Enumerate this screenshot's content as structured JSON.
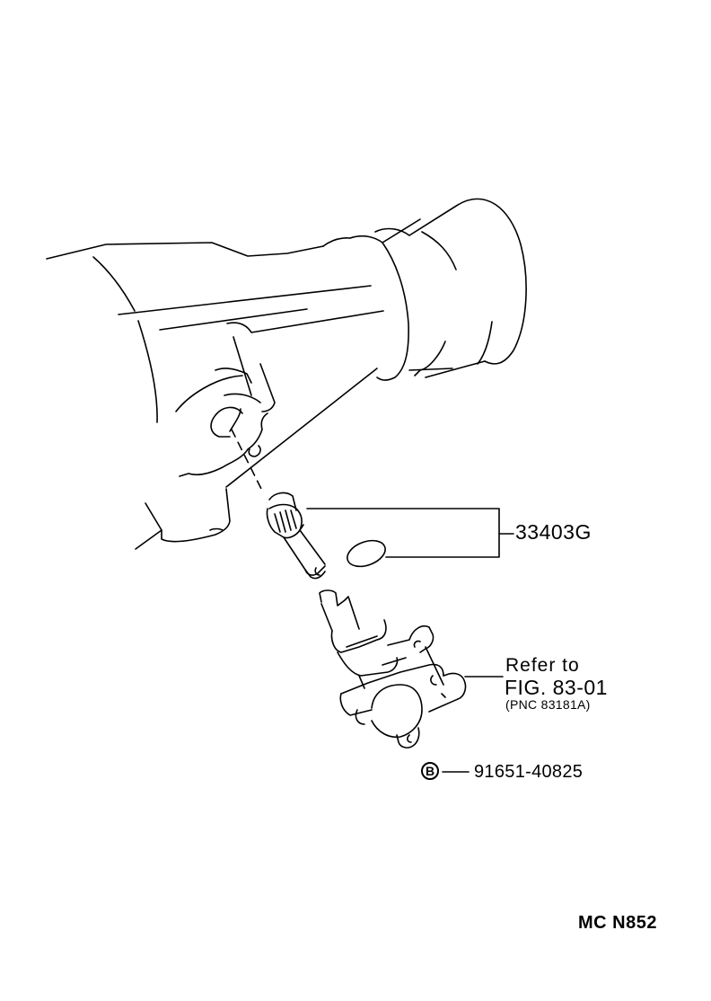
{
  "diagram": {
    "type": "exploded-parts-diagram",
    "subject": "transmission speedometer driven gear assembly",
    "labels": {
      "part_33403G": "33403G",
      "refer_line1": "Refer to",
      "refer_line2": "FIG. 83-01",
      "refer_line3": "(PNC 83181A)",
      "bolt_badge": "B",
      "part_91651": "91651-40825",
      "figure_code": "MC N852"
    },
    "components": [
      {
        "name": "transmission-extension-housing"
      },
      {
        "name": "speedometer-driven-gear",
        "part": "33403G"
      },
      {
        "name": "o-ring",
        "part": "33403G"
      },
      {
        "name": "speedometer-sleeve",
        "ref": "FIG. 83-01 (PNC 83181A)"
      },
      {
        "name": "bolt",
        "part": "91651-40825"
      }
    ]
  }
}
